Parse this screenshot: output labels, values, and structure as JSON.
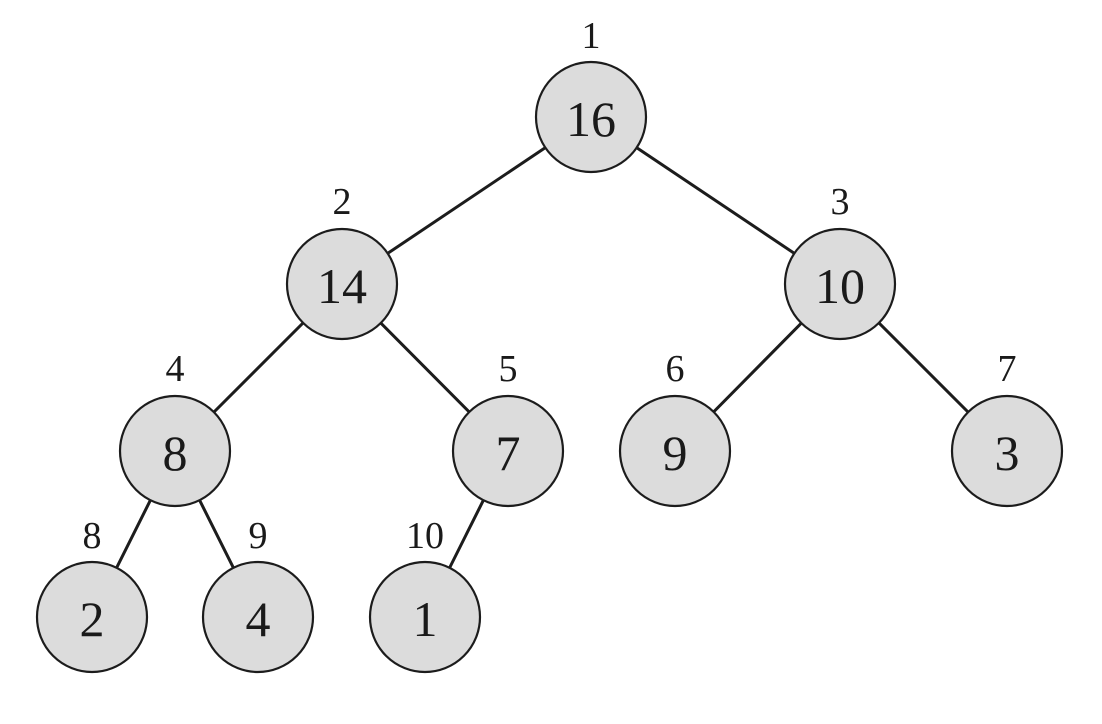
{
  "heap": {
    "nodes": [
      {
        "index": "1",
        "value": "16"
      },
      {
        "index": "2",
        "value": "14"
      },
      {
        "index": "3",
        "value": "10"
      },
      {
        "index": "4",
        "value": "8"
      },
      {
        "index": "5",
        "value": "7"
      },
      {
        "index": "6",
        "value": "9"
      },
      {
        "index": "7",
        "value": "3"
      },
      {
        "index": "8",
        "value": "2"
      },
      {
        "index": "9",
        "value": "4"
      },
      {
        "index": "10",
        "value": "1"
      }
    ],
    "edges": [
      {
        "from": "1",
        "to": "2"
      },
      {
        "from": "1",
        "to": "3"
      },
      {
        "from": "2",
        "to": "4"
      },
      {
        "from": "2",
        "to": "5"
      },
      {
        "from": "3",
        "to": "6"
      },
      {
        "from": "3",
        "to": "7"
      },
      {
        "from": "4",
        "to": "8"
      },
      {
        "from": "4",
        "to": "9"
      },
      {
        "from": "5",
        "to": "10"
      }
    ],
    "colors": {
      "node_fill": "#dcdcdc",
      "node_stroke": "#1c1c1c",
      "edge": "#1c1c1c",
      "text": "#1a1a1a"
    }
  }
}
